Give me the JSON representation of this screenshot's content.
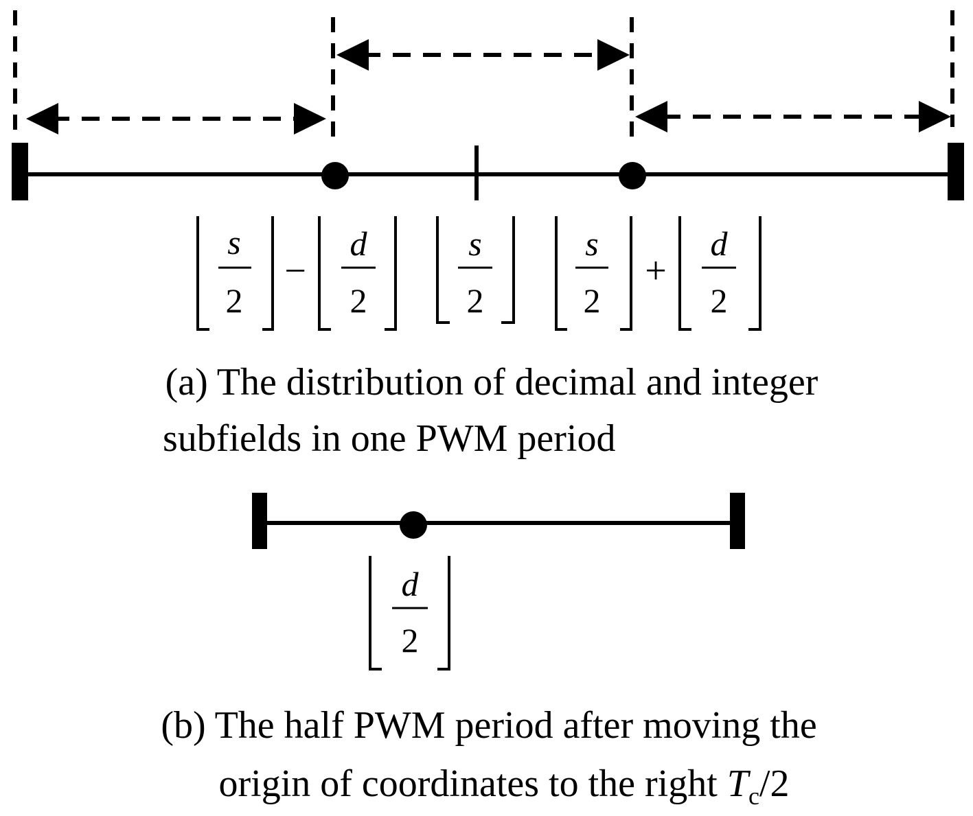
{
  "panel_a": {
    "labels": {
      "left": {
        "num_a": "s",
        "den_a": "2",
        "op": "−",
        "num_b": "d",
        "den_b": "2"
      },
      "mid": {
        "num": "s",
        "den": "2"
      },
      "right": {
        "num_a": "s",
        "den_a": "2",
        "op": "+",
        "num_b": "d",
        "den_b": "2"
      }
    },
    "caption_line1": "(a) The distribution of decimal and integer",
    "caption_line2": "subfields in one PWM period"
  },
  "panel_b": {
    "label": {
      "num": "d",
      "den": "2"
    },
    "caption_line1": "(b) The half PWM period after moving the",
    "caption_line2_prefix": "origin of coordinates to the right ",
    "caption_line2_T": "T",
    "caption_line2_sub": "c",
    "caption_line2_suffix": "/2"
  },
  "colors": {
    "ink": "#000000",
    "background": "#ffffff"
  }
}
